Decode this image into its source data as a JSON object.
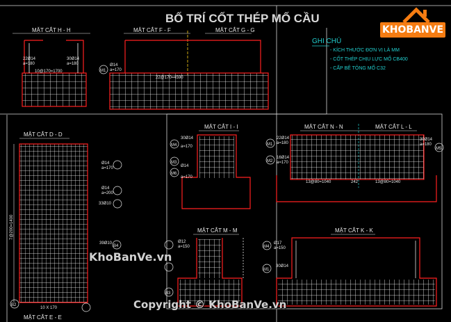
{
  "title": "BỐ TRÍ CỐT THÉP MỐ CẦU",
  "notes": {
    "heading": "GHI CHÚ",
    "items": [
      "- KÍCH THƯỚC ĐƠN VỊ LÀ MM",
      "- CỐT THÉP CHỊU LỰC MỐ CB400",
      "- CẤP BÊ TÔNG MỐ C32"
    ]
  },
  "sections": {
    "hh": "MẶT CẮT H - H",
    "ff": "MẶT CẮT F - F",
    "gg": "MẶT CẮT G - G",
    "dd": "MẶT CẮT D - D",
    "ii": "MẶT CẮT I - I",
    "nn": "MẶT CẮT N - N",
    "ll": "MẶT CẮT L - L",
    "mm": "MẶT CẮT M - M",
    "kk": "MẶT CẮT K - K",
    "ee": "MẶT CẮT E - E"
  },
  "dimensions": {
    "hh_bottom": "10@170=1700",
    "gg_bottom": "22@170=4590",
    "dd_left": "7@200=1400",
    "dd_bottom": "10 X 170",
    "nn_left": "13@80=1040",
    "nn_right": "13@80=1040",
    "nn_mid": "242"
  },
  "rebar_labels": {
    "p22": "22Ø14",
    "a180": "a=180",
    "p30": "30Ø14",
    "p14": "Ø14",
    "a170": "a=170",
    "a200": "a=200",
    "p33": "33Ø10",
    "p39": "39Ø10",
    "p12": "Ø12",
    "a150": "a=150",
    "p16": "16Ø14",
    "p17": "Ø17"
  },
  "markers": {
    "m1": "M1",
    "m2": "M2",
    "m3": "M3",
    "m4": "M4",
    "m5": "M5",
    "m6": "M6",
    "b2": "B2",
    "b3": "B3",
    "b4": "B4"
  },
  "logo": {
    "brand": "KHOBANVE"
  },
  "watermarks": {
    "main": "KhoBanVe.vn",
    "copyright": "Copyright © KhoBanVe.vn"
  },
  "colors": {
    "background": "#000000",
    "concrete": "#ff2020",
    "rebar": "#ffffff",
    "label": "#e8e8e8",
    "note": "#22d0d0",
    "frame": "#d8d8d8",
    "accent": "#f57c12"
  }
}
